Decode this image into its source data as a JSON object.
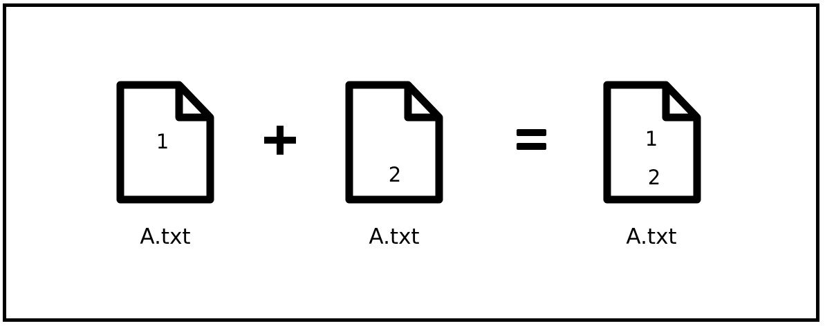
{
  "files": [
    {
      "name": "A.txt",
      "contents": [
        "1"
      ]
    },
    {
      "name": "A.txt",
      "contents": [
        "2"
      ]
    },
    {
      "name": "A.txt",
      "contents": [
        "1",
        "2"
      ]
    }
  ],
  "operators": {
    "plus": "plus-icon",
    "equals": "equals-icon"
  },
  "colors": {
    "stroke": "#000000",
    "background": "#ffffff"
  }
}
